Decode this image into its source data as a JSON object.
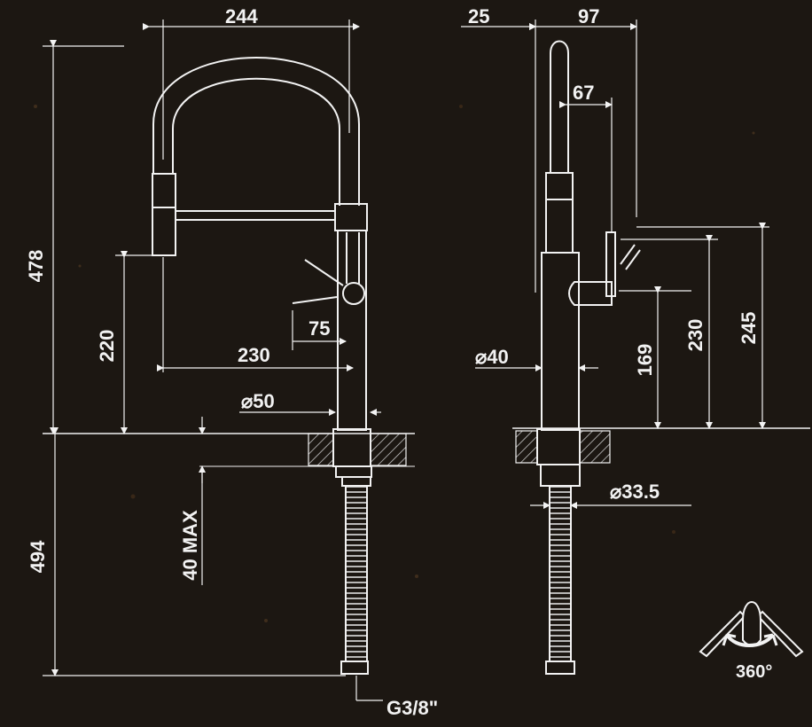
{
  "colors": {
    "background": "#1c1712",
    "lines": "#f2f2f2"
  },
  "dimensions": {
    "width_top": "244",
    "height_total": "478",
    "spray_height": "220",
    "spout_reach": "230",
    "lever_offset": "75",
    "base_diameter": "⌀50",
    "max_counter_thickness": "40 MAX",
    "hose_length": "494",
    "side_offset_25": "25",
    "side_reach_97": "97",
    "side_67": "67",
    "side_diameter_40": "⌀40",
    "height_169": "169",
    "height_230": "230",
    "height_245": "245",
    "shank_diameter": "⌀33.5"
  },
  "labels": {
    "thread": "G3/8\"",
    "rotation": "360°"
  },
  "icons": [
    "rotation-icon"
  ]
}
